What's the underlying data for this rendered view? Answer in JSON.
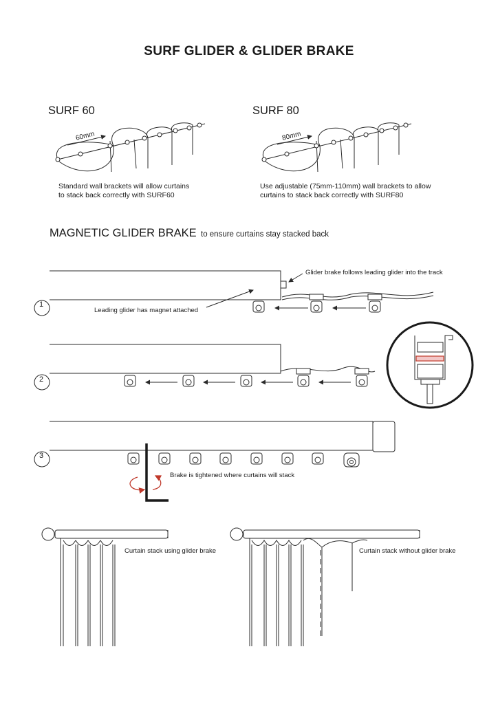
{
  "title": "SURF GLIDER & GLIDER BRAKE",
  "surf60": {
    "heading": "SURF 60",
    "dimension": "60mm",
    "description": "Standard wall brackets will allow curtains to stack back correctly with SURF60"
  },
  "surf80": {
    "heading": "SURF 80",
    "dimension": "80mm",
    "description": "Use adjustable (75mm-110mm) wall brackets to allow curtains to stack back correctly with SURF80"
  },
  "brake_section": {
    "heading": "MAGNETIC GLIDER BRAKE",
    "subheading": "to ensure curtains stay stacked back"
  },
  "steps": [
    {
      "number": "1",
      "label_a": "Glider brake follows leading glider into the track",
      "label_b": "Leading glider has magnet attached"
    },
    {
      "number": "2"
    },
    {
      "number": "3",
      "label_a": "Brake is tightened where curtains will stack"
    }
  ],
  "stacks": {
    "with_brake": "Curtain stack using glider brake",
    "without_brake": "Curtain stack without glider brake"
  },
  "colors": {
    "line": "#2a2a2a",
    "accent": "#c0392b"
  }
}
